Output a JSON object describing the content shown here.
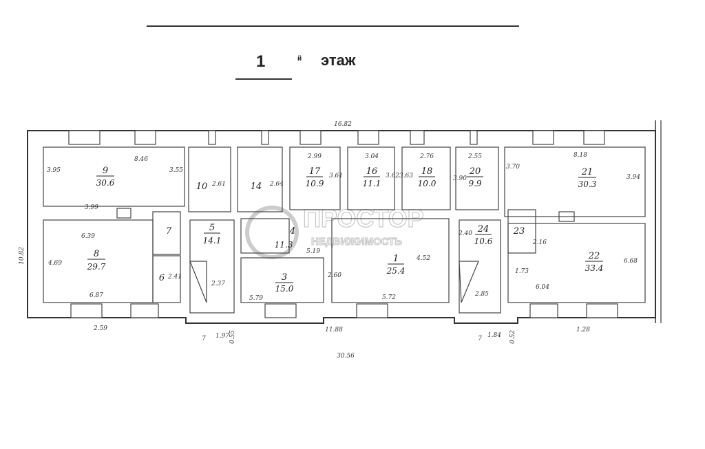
{
  "title": {
    "floor_number": "1",
    "superscript": "й",
    "word": "этаж"
  },
  "watermark": {
    "line1": "ПРОСТОР",
    "line2": "НЕДВИЖИМОСТЬ"
  },
  "rooms": [
    {
      "number": "9",
      "area": "30.6",
      "dims": [
        "8.46",
        "3.95",
        "3.55",
        "3.99"
      ]
    },
    {
      "number": "8",
      "area": "29.7",
      "dims": [
        "6.39",
        "4.69",
        "6.87"
      ]
    },
    {
      "number": "7",
      "area": "",
      "dims": []
    },
    {
      "number": "6",
      "area": "",
      "dims": [
        "2.41"
      ]
    },
    {
      "number": "10",
      "area": "",
      "dims": [
        "2.61"
      ]
    },
    {
      "number": "14",
      "area": "",
      "dims": [
        "2.64"
      ]
    },
    {
      "number": "5",
      "area": "14.1",
      "dims": [
        "2.37"
      ]
    },
    {
      "number": "4",
      "area": "11.3",
      "dims": [
        "5.19"
      ]
    },
    {
      "number": "3",
      "area": "15.0",
      "dims": [
        "5.79",
        "2.60"
      ]
    },
    {
      "number": "17",
      "area": "10.9",
      "dims": [
        "2.99",
        "3.61"
      ]
    },
    {
      "number": "16",
      "area": "11.1",
      "dims": [
        "3.04",
        "3.62"
      ]
    },
    {
      "number": "18",
      "area": "10.0",
      "dims": [
        "2.76",
        "3.63"
      ]
    },
    {
      "number": "20",
      "area": "9.9",
      "dims": [
        "2.55",
        "3.90"
      ]
    },
    {
      "number": "1",
      "area": "25.4",
      "dims": [
        "5.72",
        "4.52"
      ]
    },
    {
      "number": "24",
      "area": "10.6",
      "dims": [
        "2.40",
        "2.85"
      ]
    },
    {
      "number": "23",
      "area": "",
      "dims": [
        "2.16"
      ]
    },
    {
      "number": "21",
      "area": "30.3",
      "dims": [
        "8.18",
        "3.70",
        "3.94"
      ]
    },
    {
      "number": "22",
      "area": "33.4",
      "dims": [
        "1.73",
        "6.04",
        "6.68"
      ]
    }
  ],
  "outer_dims": {
    "top": "16.82",
    "left": "10.82",
    "bottom": [
      "2.59",
      "1.97",
      "0.55",
      "11.88",
      "1.84",
      "0.52",
      "1.28"
    ],
    "total": "30.56",
    "entrances": [
      "7",
      "7"
    ]
  }
}
